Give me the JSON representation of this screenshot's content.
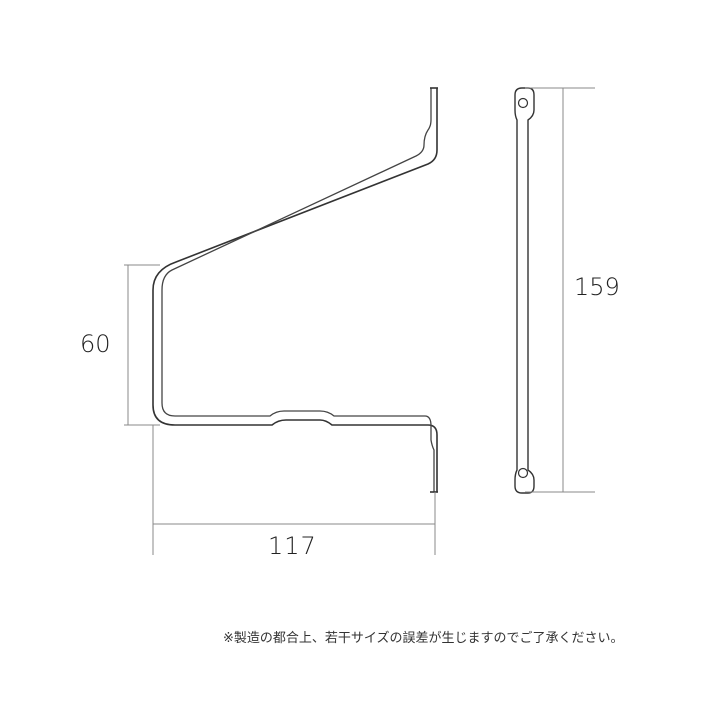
{
  "diagram": {
    "type": "technical-drawing",
    "subject": "bracket side view and front view with dimensions",
    "dimensions": {
      "height_left": "60",
      "width_bottom": "117",
      "length_right": "159"
    },
    "note": "※製造の都合上、若干サイズの誤差が生じますのでご了承ください。",
    "colors": {
      "line": "#333333",
      "dimension_line": "#888888",
      "text": "#222222"
    }
  }
}
